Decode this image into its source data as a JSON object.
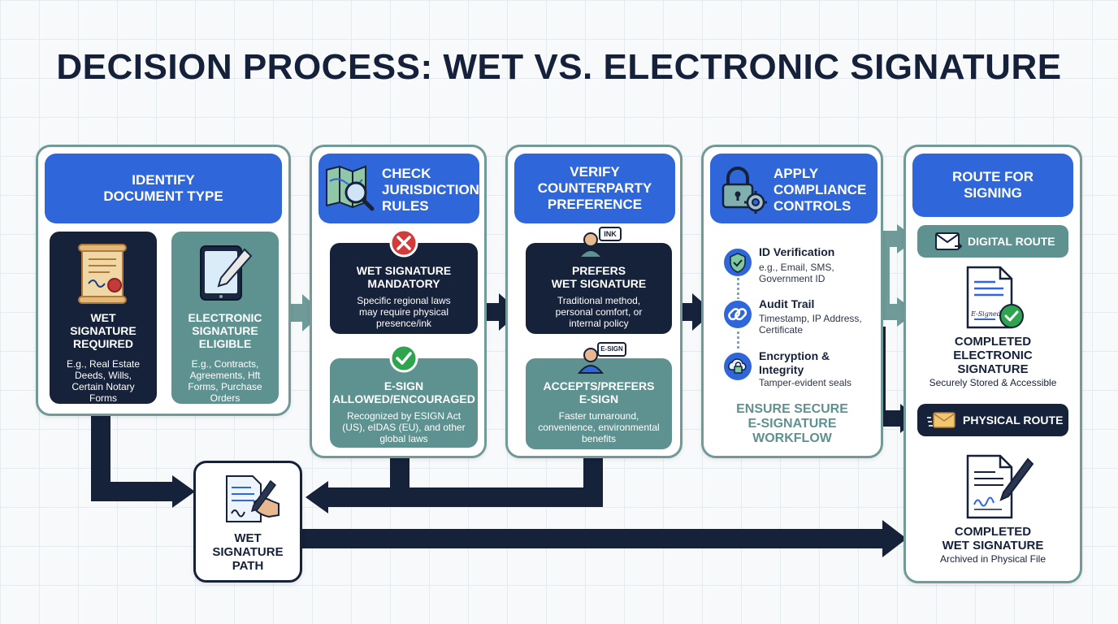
{
  "title": "DECISION PROCESS: WET VS. ELECTRONIC SIGNATURE",
  "panels": {
    "identify": {
      "header": "IDENTIFY\nDOCUMENT TYPE",
      "wet_title": "WET\nSIGNATURE\nREQUIRED",
      "wet_desc": "E.g., Real Estate\nDeeds, Wills,\nCertain Notary\nForms",
      "esig_title": "ELECTRONIC\nSIGNATURE\nELIGIBLE",
      "esig_desc": "E.g., Contracts,\nAgreements, Hft\nForms, Purchase\nOrders"
    },
    "jurisdiction": {
      "header": "CHECK\nJURISDICTION\nRULES",
      "wet_title": "WET SIGNATURE\nMANDATORY",
      "wet_desc": "Specific regional laws\nmay require physical\npresence/ink",
      "esig_title": "E-SIGN\nALLOWED/ENCOURAGED",
      "esig_desc": "Recognized by ESIGN Act\n(US), eIDAS (EU), and other\nglobal laws"
    },
    "counterparty": {
      "header": "VERIFY\nCOUNTERPARTY\nPREFERENCE",
      "wet_badge": "INK",
      "wet_title": "PREFERS\nWET SIGNATURE",
      "wet_desc": "Traditional method,\npersonal comfort, or\ninternal policy",
      "esig_badge": "E-SIGN",
      "esig_title": "ACCEPTS/PREFERS\nE-SIGN",
      "esig_desc": "Faster turnaround,\nconvenience, environmental\nbenefits"
    },
    "compliance": {
      "header": "APPLY\nCOMPLIANCE\nCONTROLS",
      "controls": [
        {
          "title": "ID Verification",
          "desc": "e.g., Email, SMS,\nGovernment ID"
        },
        {
          "title": "Audit Trail",
          "desc": "Timestamp, IP Address,\nCertificate"
        },
        {
          "title": "Encryption &\nIntegrity",
          "desc": "Tamper-evident seals"
        }
      ],
      "footer": "ENSURE SECURE\nE-SIGNATURE\nWORKFLOW"
    },
    "route": {
      "header": "ROUTE FOR\nSIGNING",
      "digital_label": "DIGITAL ROUTE",
      "doc_stamp": "E-Signed",
      "completed_e_title": "COMPLETED\nELECTRONIC\nSIGNATURE",
      "completed_e_sub": "Securely Stored & Accessible",
      "physical_label": "PHYSICAL ROUTE",
      "completed_w_title": "COMPLETED\nWET SIGNATURE",
      "completed_w_sub": "Archived in Physical File"
    }
  },
  "wet_path": {
    "label": "WET\nSIGNATURE\nPATH"
  },
  "colors": {
    "primary_blue": "#2f66d9",
    "navy": "#16213a",
    "teal": "#5e9290",
    "panel_border": "#6f9a98",
    "success_green": "#2ea44f",
    "danger_red": "#d33a3a"
  }
}
